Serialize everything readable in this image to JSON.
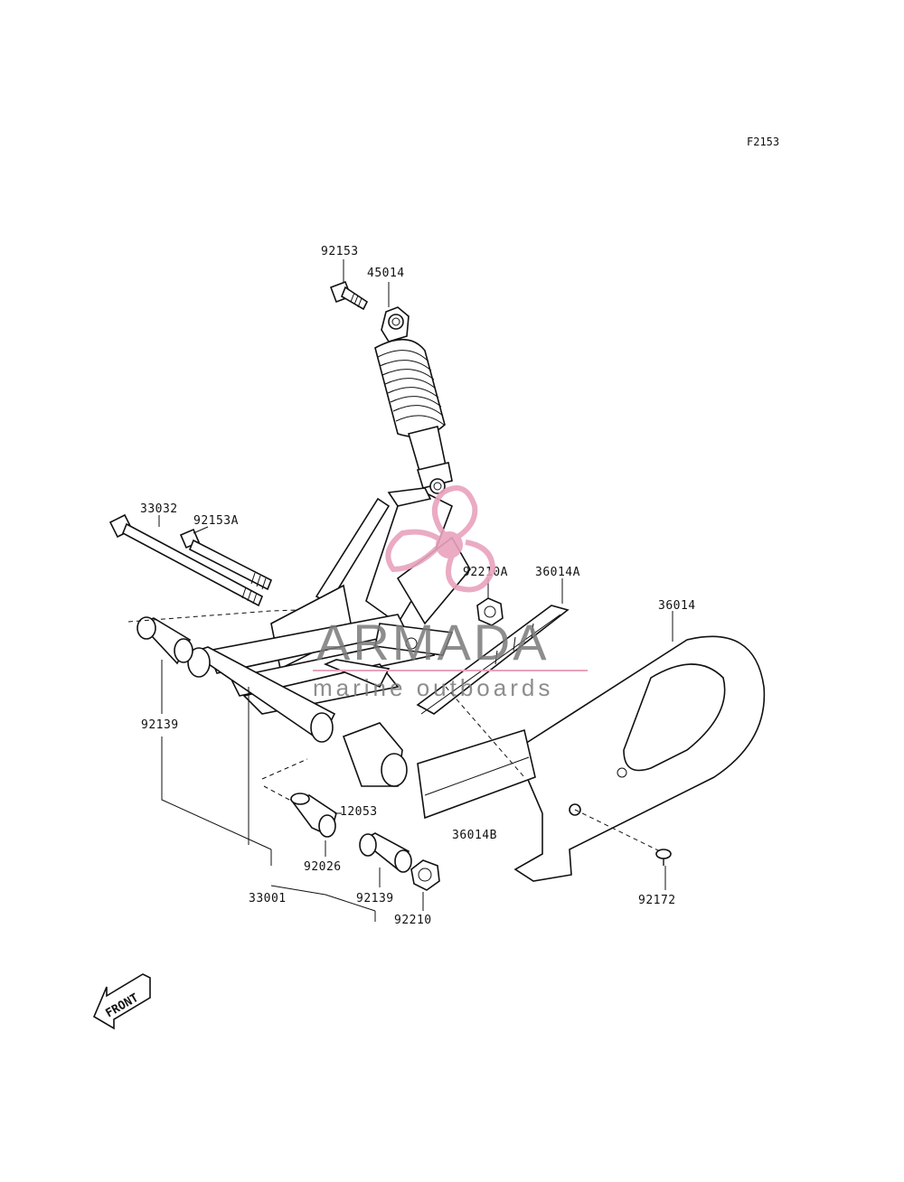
{
  "figure_code": "F2153",
  "parts": {
    "p92153": "92153",
    "p45014": "45014",
    "p33032": "33032",
    "p92153A": "92153A",
    "p92210A": "92210A",
    "p36014A": "36014A",
    "p36014": "36014",
    "p92139_top": "92139",
    "p12053": "12053",
    "p36014B": "36014B",
    "p92026": "92026",
    "p92139_bottom": "92139",
    "p33001": "33001",
    "p92210": "92210",
    "p92172": "92172"
  },
  "front_indicator": "FRONT",
  "watermark": {
    "brand": "ARMADA",
    "tagline": "marine outboards",
    "logo_color": "#e8a2bd",
    "text_color": "#7a7a7a"
  }
}
